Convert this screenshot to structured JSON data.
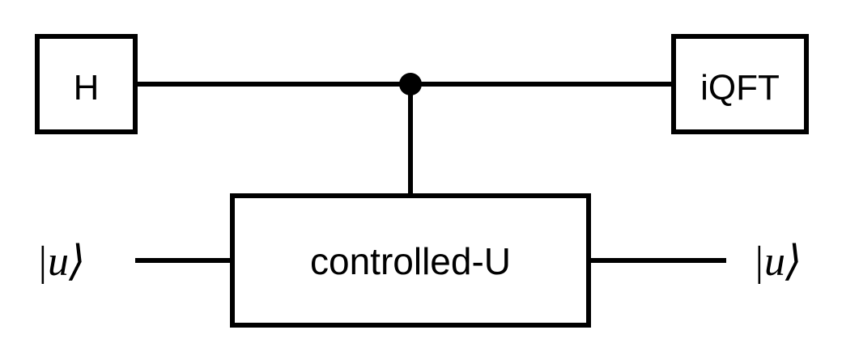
{
  "diagram": {
    "gates": {
      "h": "H",
      "iqft": "iQFT",
      "controlled_u": "controlled-U"
    },
    "states": {
      "input": "|u⟩",
      "output": "|u⟩"
    },
    "colors": {
      "stroke": "#000000",
      "background": "#ffffff"
    }
  }
}
